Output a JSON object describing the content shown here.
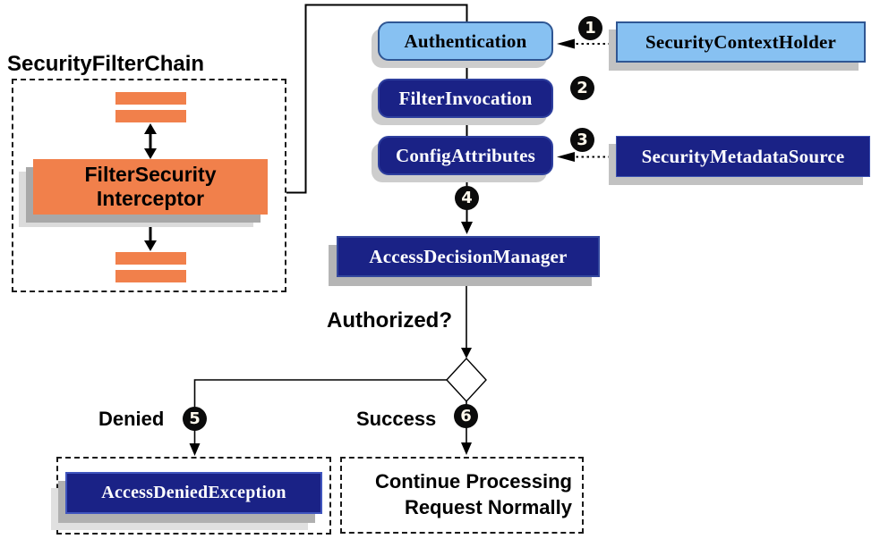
{
  "diagram": {
    "filter_chain": {
      "title": "SecurityFilterChain",
      "interceptor_line1": "FilterSecurity",
      "interceptor_line2": "Interceptor"
    },
    "boxes": {
      "authentication": "Authentication",
      "security_context_holder": "SecurityContextHolder",
      "filter_invocation": "FilterInvocation",
      "config_attributes": "ConfigAttributes",
      "security_metadata_source": "SecurityMetadataSource",
      "access_decision_manager": "AccessDecisionManager",
      "access_denied_exception": "AccessDeniedException",
      "continue_processing_line1": "Continue Processing",
      "continue_processing_line2": "Request Normally"
    },
    "labels": {
      "authorized": "Authorized?",
      "denied": "Denied",
      "success": "Success"
    },
    "steps": [
      "1",
      "2",
      "3",
      "4",
      "5",
      "6"
    ],
    "colors": {
      "orange": "#F1804B",
      "light_blue": "#87C1F2",
      "navy": "#1A2286",
      "line_black": "#000000",
      "shadow_gray": "#BDBDBD"
    }
  }
}
